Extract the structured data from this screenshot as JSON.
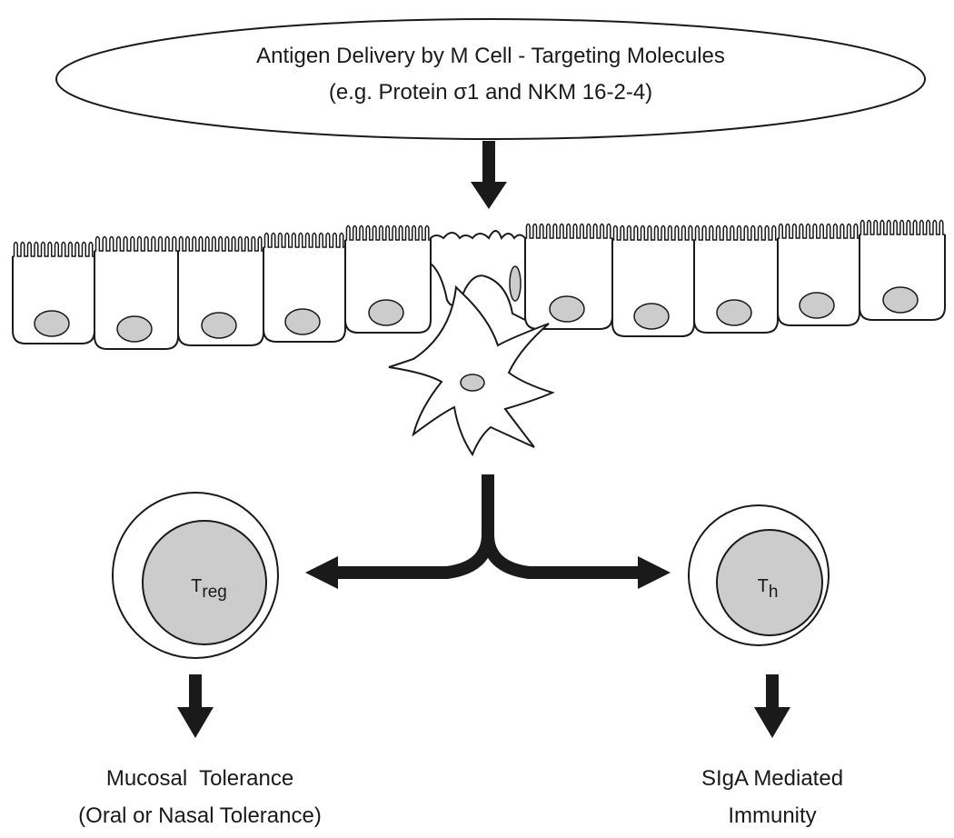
{
  "header": {
    "line1": "Antigen Delivery by M Cell - Targeting Molecules",
    "line2": "(e.g. Protein σ1 and NKM 16-2-4)"
  },
  "cells": {
    "treg": {
      "main": "T",
      "sub": "reg"
    },
    "th": {
      "main": "T",
      "sub": "h"
    }
  },
  "outcomes": {
    "left": {
      "line1": "Mucosal  Tolerance",
      "line2": "(Oral or Nasal Tolerance)"
    },
    "right": {
      "line1": "SIgA Mediated",
      "line2": "Immunity"
    }
  },
  "colors": {
    "stroke": "#1a1a1a",
    "nucleus_fill": "#cccccc",
    "background": "#ffffff"
  }
}
